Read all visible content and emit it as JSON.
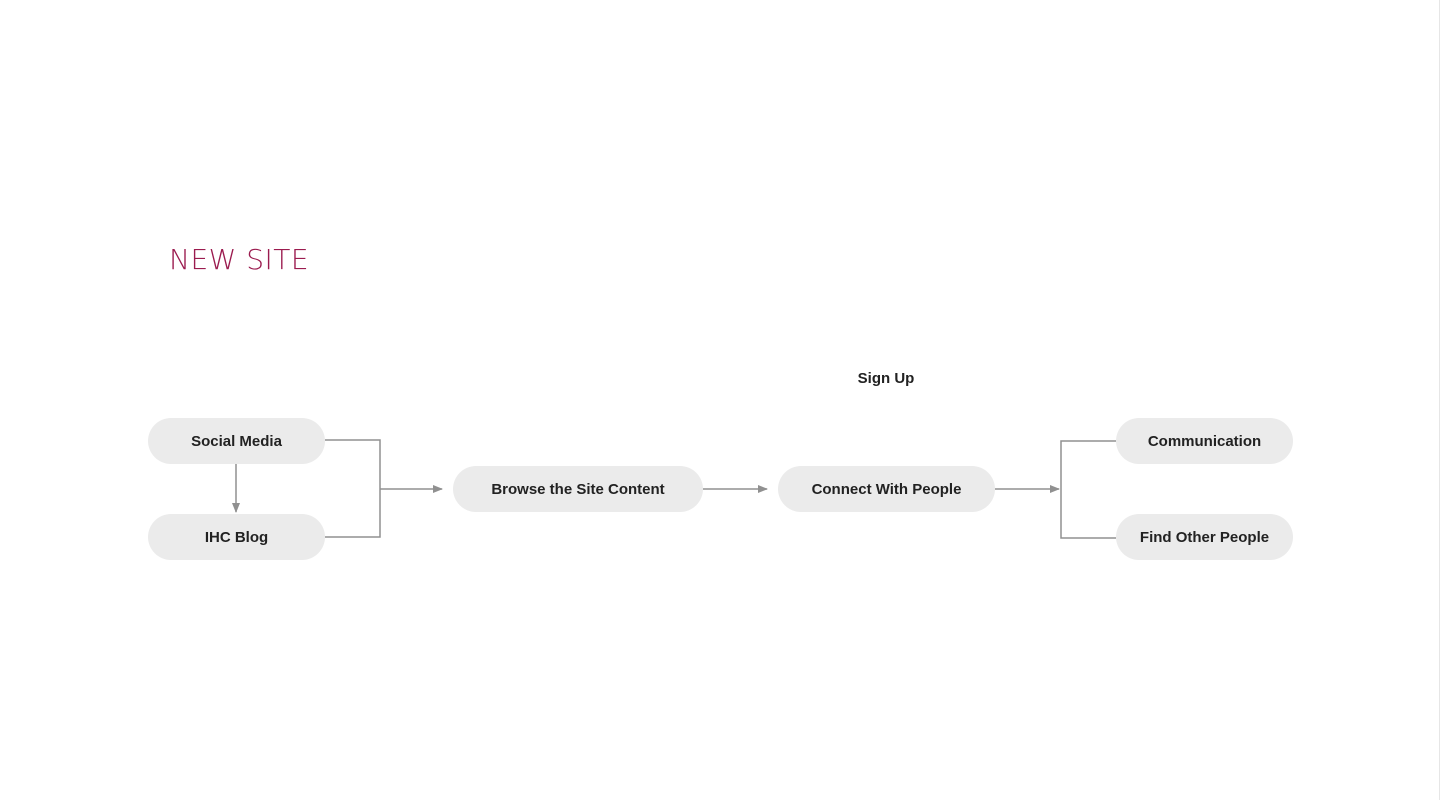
{
  "title": "NEW SITE",
  "colors": {
    "title": "#9b1b4f",
    "node_fill": "#ebebeb",
    "connector": "#909090"
  },
  "nodes": {
    "social_media": "Social Media",
    "ihc_blog": "IHC Blog",
    "browse": "Browse the Site Content",
    "connect": "Connect With People",
    "communication": "Communication",
    "find_people": "Find Other People"
  },
  "labels": {
    "sign_up": "Sign Up"
  },
  "edges": [
    {
      "from": "social_media",
      "to": "ihc_blog"
    },
    {
      "from": "social_media",
      "to": "browse"
    },
    {
      "from": "ihc_blog",
      "to": "browse"
    },
    {
      "from": "browse",
      "to": "connect"
    },
    {
      "from": "connect",
      "to": "communication"
    },
    {
      "from": "connect",
      "to": "find_people"
    }
  ]
}
